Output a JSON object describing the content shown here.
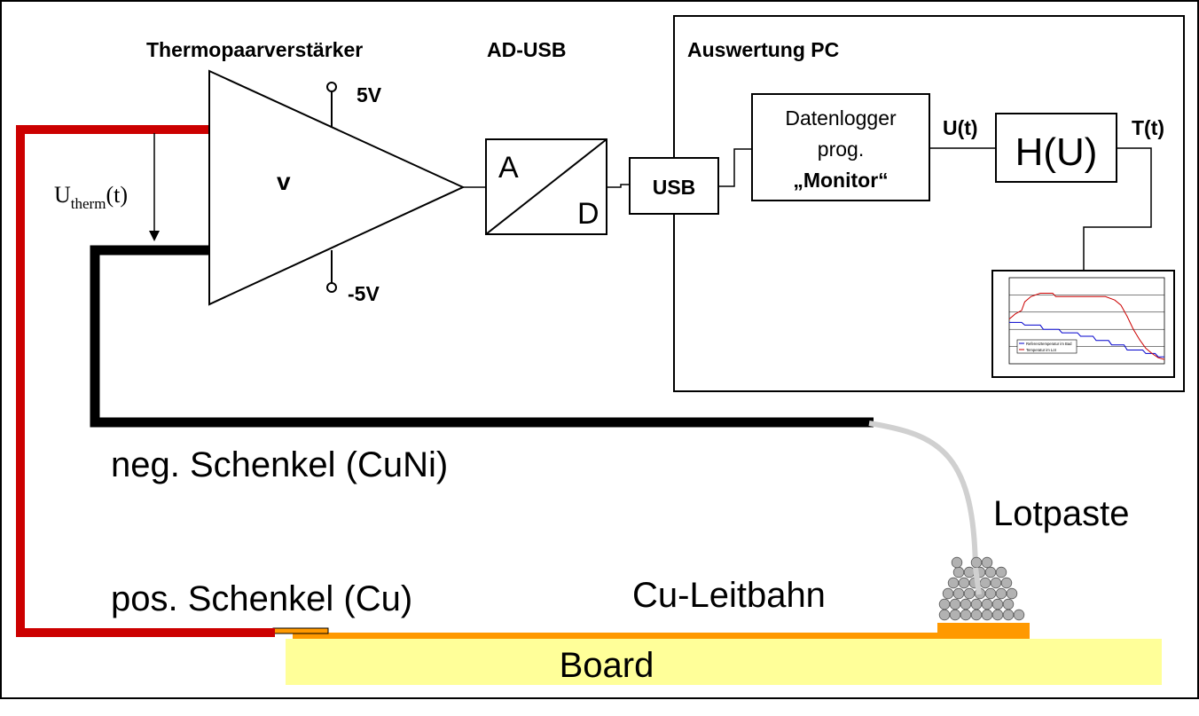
{
  "labels": {
    "amplifier_title": "Thermopaarverstärker",
    "ad_title": "AD-USB",
    "pc_title": "Auswertung PC",
    "plus5v": "5V",
    "minus5v": "-5V",
    "gain": "v",
    "u_therm_main": "U",
    "u_therm_sub": "therm",
    "u_therm_tail": "(t)",
    "adc_a": "A",
    "adc_d": "D",
    "usb": "USB",
    "logger_line1": "Datenlogger",
    "logger_line2": "prog.",
    "logger_line3": "„Monitor“",
    "u_of_t": "U(t)",
    "h_of_u": "H(U)",
    "t_of_t": "T(t)",
    "neg_leg": "neg. Schenkel (CuNi)",
    "pos_leg": "pos. Schenkel (Cu)",
    "cu_trace": "Cu-Leitbahn",
    "solder_paste": "Lotpaste",
    "board": "Board"
  },
  "colors": {
    "positive_wire": "#cc0000",
    "negative_wire": "#000000",
    "copper_trace": "#ff9900",
    "board_fill": "#ffff99",
    "paste_ball": "#b2b2b2",
    "probe_wire": "#d0d0d0",
    "series_reference": "#0000cc",
    "series_solder": "#cc0000"
  },
  "chart_data": {
    "type": "line",
    "legend": [
      {
        "name": "Referenztemperatur im Bad",
        "color": "#0000cc"
      },
      {
        "name": "Temperatur im Lot",
        "color": "#cc0000"
      }
    ],
    "series": [
      {
        "name": "Referenztemperatur im Bad",
        "points": [
          [
            0,
            0.52
          ],
          [
            0.08,
            0.52
          ],
          [
            0.1,
            0.55
          ],
          [
            0.2,
            0.55
          ],
          [
            0.22,
            0.6
          ],
          [
            0.32,
            0.6
          ],
          [
            0.34,
            0.64
          ],
          [
            0.44,
            0.64
          ],
          [
            0.46,
            0.68
          ],
          [
            0.54,
            0.68
          ],
          [
            0.56,
            0.73
          ],
          [
            0.64,
            0.73
          ],
          [
            0.66,
            0.78
          ],
          [
            0.74,
            0.78
          ],
          [
            0.76,
            0.84
          ],
          [
            0.86,
            0.84
          ],
          [
            0.88,
            0.88
          ],
          [
            0.94,
            0.88
          ],
          [
            0.96,
            0.92
          ],
          [
            1,
            0.92
          ]
        ]
      },
      {
        "name": "Temperatur im Lot",
        "points": [
          [
            0,
            0.48
          ],
          [
            0.04,
            0.42
          ],
          [
            0.08,
            0.38
          ],
          [
            0.1,
            0.28
          ],
          [
            0.14,
            0.22
          ],
          [
            0.2,
            0.18
          ],
          [
            0.28,
            0.18
          ],
          [
            0.3,
            0.22
          ],
          [
            0.58,
            0.22
          ],
          [
            0.62,
            0.22
          ],
          [
            0.68,
            0.26
          ],
          [
            0.72,
            0.32
          ],
          [
            0.76,
            0.45
          ],
          [
            0.8,
            0.6
          ],
          [
            0.84,
            0.72
          ],
          [
            0.88,
            0.82
          ],
          [
            0.92,
            0.88
          ],
          [
            0.96,
            0.93
          ],
          [
            1,
            0.95
          ]
        ]
      }
    ]
  }
}
